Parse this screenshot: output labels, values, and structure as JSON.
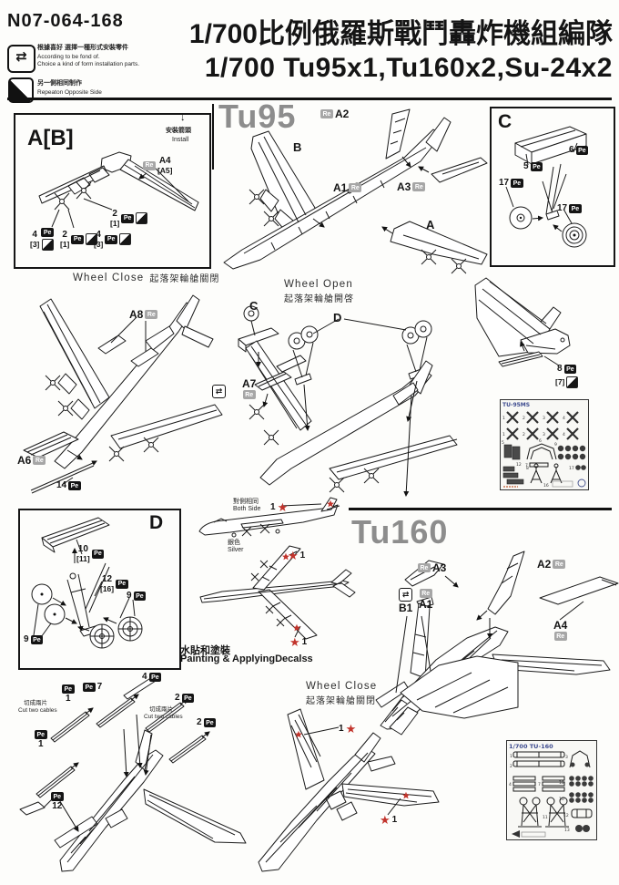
{
  "symbols": {
    "star": "★",
    "choice_arrows": "⇄",
    "down_arrow": "↓"
  },
  "badges": {
    "pe": "Pe",
    "re": "Re"
  },
  "header": {
    "code": "N07-064-168",
    "title_cn": "1/700比例俄羅斯戰鬥轟炸機組編隊",
    "title_en": "1/700 Tu95x1,Tu160x2,Su-24x2",
    "legend_choice_cn": "根據喜好 選擇一種形式安裝零件",
    "legend_choice_en1": "According to be fond of.",
    "legend_choice_en2": "Choice a kind of form installation parts.",
    "legend_repeat_cn": "另一側相同制作",
    "legend_repeat_en": "Repeaton Opposite Side"
  },
  "ab": {
    "title": "A[B]",
    "install_cn": "安裝箭頭",
    "install_en": "Install",
    "a4": "A4",
    "a4_alt": "[A5]",
    "n2": "2",
    "n2_alt": "[1]",
    "n4": "4",
    "n4_alt": "[3]",
    "caption_en": "Wheel Close",
    "caption_cn": "起落架輪艙關閉"
  },
  "tu95": {
    "title": "Tu95",
    "a": "A",
    "b": "B",
    "a1": "A1",
    "a2": "A2",
    "a3": "A3"
  },
  "gear_c": {
    "title": "C",
    "n5": "5",
    "n6": "6",
    "n17": "17"
  },
  "wheel_close95": {
    "caption_en": "Wheel Close",
    "caption_cn": "起落架輪艙關閉",
    "a8": "A8",
    "a6": "A6",
    "n14": "14"
  },
  "wheel_open95": {
    "caption_en": "Wheel Open",
    "caption_cn": "起落架輪艙開啓",
    "c": "C",
    "d": "D",
    "a7": "A7"
  },
  "tail95": {
    "n8": "8",
    "n8_alt": "[7]"
  },
  "fret95": {
    "title": "TU-95MS",
    "numbers": [
      "1",
      "2",
      "3",
      "4",
      "1",
      "2",
      "3",
      "4",
      "5",
      "6",
      "7",
      "9",
      "12",
      "8",
      "17",
      "16"
    ]
  },
  "gear_d": {
    "title": "D",
    "n10": "10",
    "n10_alt": "[11]",
    "n12": "12",
    "n12_alt": "[16]",
    "n9": "9"
  },
  "painting": {
    "both_cn": "對側相同",
    "both_en": "Both Side",
    "silver_cn": "銀色",
    "silver_en": "Silver",
    "n1": "1",
    "caption_cn": "水貼和塗裝",
    "caption_en": "Painting & ApplyingDecalss"
  },
  "tu160": {
    "title": "Tu160",
    "a1": "A1",
    "a2": "A2",
    "a3": "A3",
    "a4": "A4",
    "b1": "B1"
  },
  "cables": {
    "cut_cn": "切成兩片",
    "cut_en": "Cut two cables",
    "n1": "1",
    "n2": "2",
    "n4": "4",
    "n7": "7",
    "n12": "12"
  },
  "wheel_close160": {
    "caption_en": "Wheel Close",
    "caption_cn": "起落架輪艙關閉",
    "n1": "1"
  },
  "fret160": {
    "title": "1/700 TU-160",
    "numbers": [
      "1",
      "2",
      "3",
      "4",
      "7",
      "10",
      "10",
      "11",
      "12",
      "13"
    ]
  }
}
